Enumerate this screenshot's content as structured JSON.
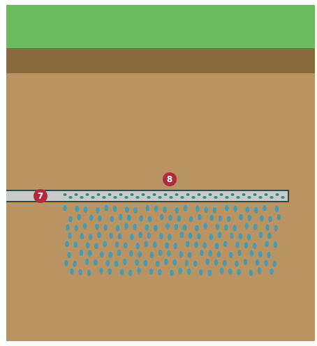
{
  "colors": {
    "grass": "#6dba5c",
    "topsoil": "#8c6a3f",
    "subsoil": "#b99361",
    "pipe_fill": "#c7cccb",
    "pipe_border": "#2f4a45",
    "perforation": "#3f8a86",
    "water": "#4a9bb0",
    "marker": "#b22b3a"
  },
  "icons": {
    "marker_shape": "red-circle",
    "water_drop": "droplet-icon"
  },
  "markers": [
    {
      "label": "7"
    },
    {
      "label": "8"
    }
  ]
}
